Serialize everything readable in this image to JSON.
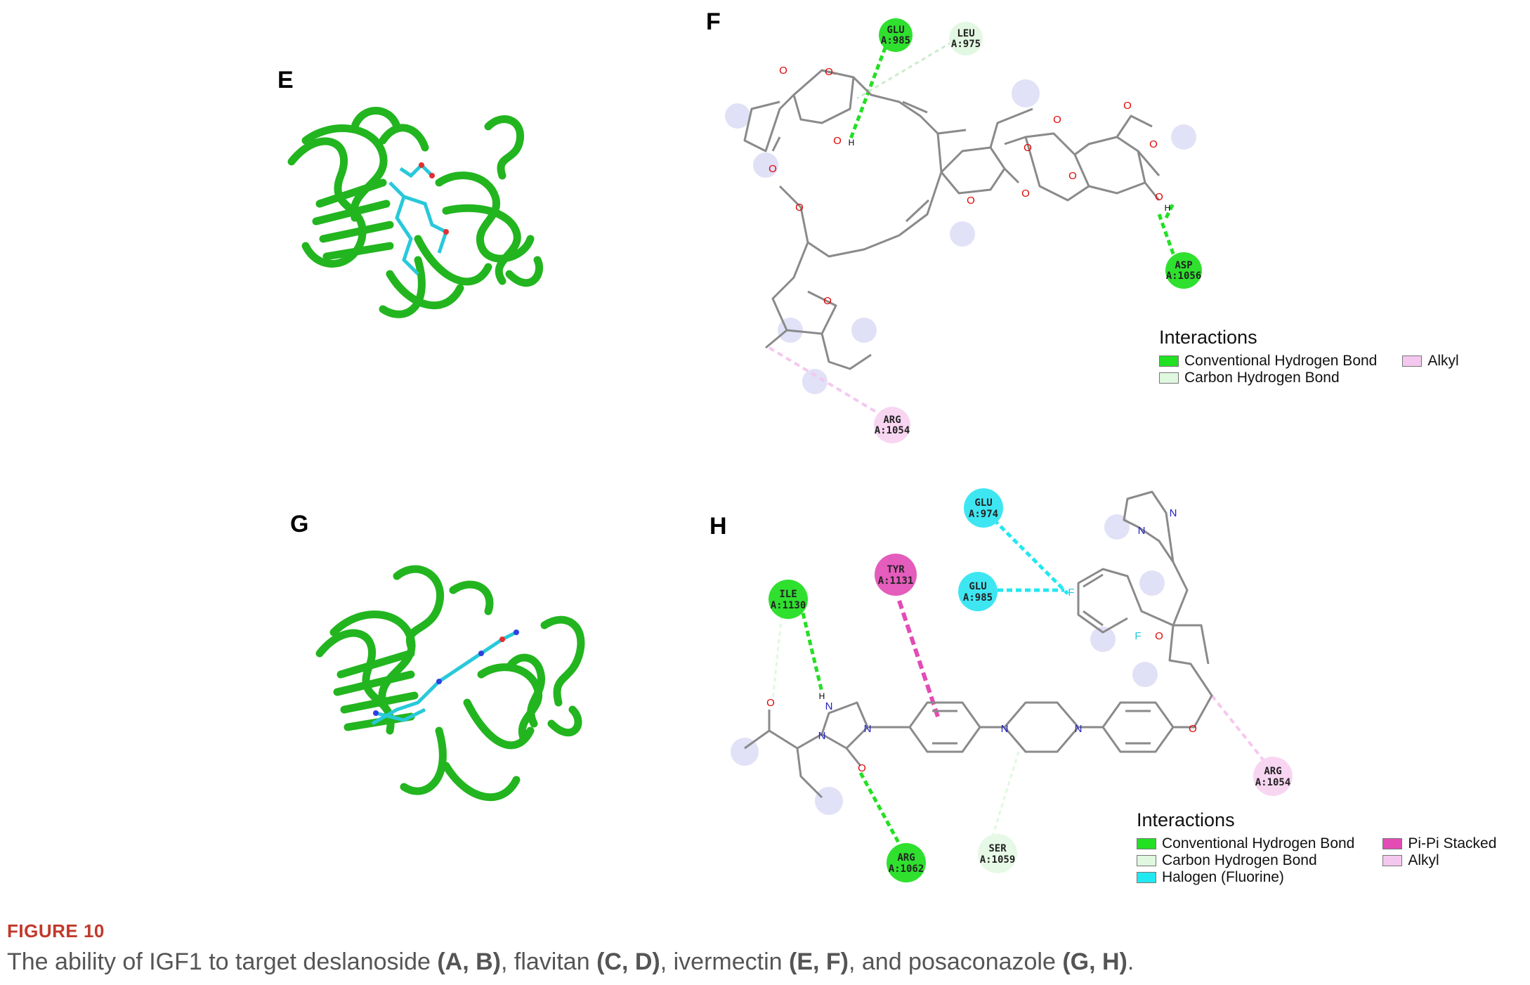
{
  "panels": {
    "E": "E",
    "F": "F",
    "G": "G",
    "H": "H"
  },
  "panel_f": {
    "residues": [
      {
        "name": "GLU",
        "id": "A:985",
        "type": "conventional-hydrogen-bond"
      },
      {
        "name": "LEU",
        "id": "A:975",
        "type": "carbon-hydrogen-bond"
      },
      {
        "name": "ASP",
        "id": "A:1056",
        "type": "conventional-hydrogen-bond"
      },
      {
        "name": "ARG",
        "id": "A:1054",
        "type": "alkyl"
      }
    ],
    "legend": {
      "title": "Interactions",
      "items": [
        {
          "label": "Conventional Hydrogen Bond",
          "color": "#22e022"
        },
        {
          "label": "Carbon Hydrogen Bond",
          "color": "#dff8df"
        },
        {
          "label": "Alkyl",
          "color": "#f4c8ee"
        }
      ]
    }
  },
  "panel_h": {
    "residues": [
      {
        "name": "GLU",
        "id": "A:974",
        "type": "halogen-fluorine"
      },
      {
        "name": "TYR",
        "id": "A:1131",
        "type": "pi-pi-stacked"
      },
      {
        "name": "GLU",
        "id": "A:985",
        "type": "halogen-fluorine"
      },
      {
        "name": "ILE",
        "id": "A:1130",
        "type": "conventional-hydrogen-bond"
      },
      {
        "name": "ARG",
        "id": "A:1054",
        "type": "alkyl"
      },
      {
        "name": "SER",
        "id": "A:1059",
        "type": "carbon-hydrogen-bond"
      },
      {
        "name": "ARG",
        "id": "A:1062",
        "type": "conventional-hydrogen-bond"
      }
    ],
    "legend": {
      "title": "Interactions",
      "items": [
        {
          "label": "Conventional Hydrogen Bond",
          "color": "#22e022"
        },
        {
          "label": "Carbon Hydrogen Bond",
          "color": "#dff8df"
        },
        {
          "label": "Halogen (Fluorine)",
          "color": "#22e8f0"
        },
        {
          "label": "Pi-Pi Stacked",
          "color": "#e24cb4"
        },
        {
          "label": "Alkyl",
          "color": "#f4c8ee"
        }
      ]
    }
  },
  "atoms": {
    "O": "O",
    "H": "H",
    "N": "N",
    "F": "F"
  },
  "caption": {
    "label": "FIGURE 10",
    "pre": "The ability of IGF1 to target deslanoside ",
    "ab": "(A, B)",
    "mid1": ", flavitan ",
    "cd": "(C, D)",
    "mid2": ", ivermectin ",
    "ef": "(E, F)",
    "mid3": ", and posaconazole ",
    "gh": "(G, H)",
    "end": "."
  },
  "colors": {
    "protein": "#22b51f",
    "ligand": "#28c9d9",
    "hbond": "#22e022",
    "halogen": "#22e8f0",
    "pipi": "#e24cb4",
    "alkyl": "#f4c8ee",
    "caption_label": "#c0392b"
  }
}
